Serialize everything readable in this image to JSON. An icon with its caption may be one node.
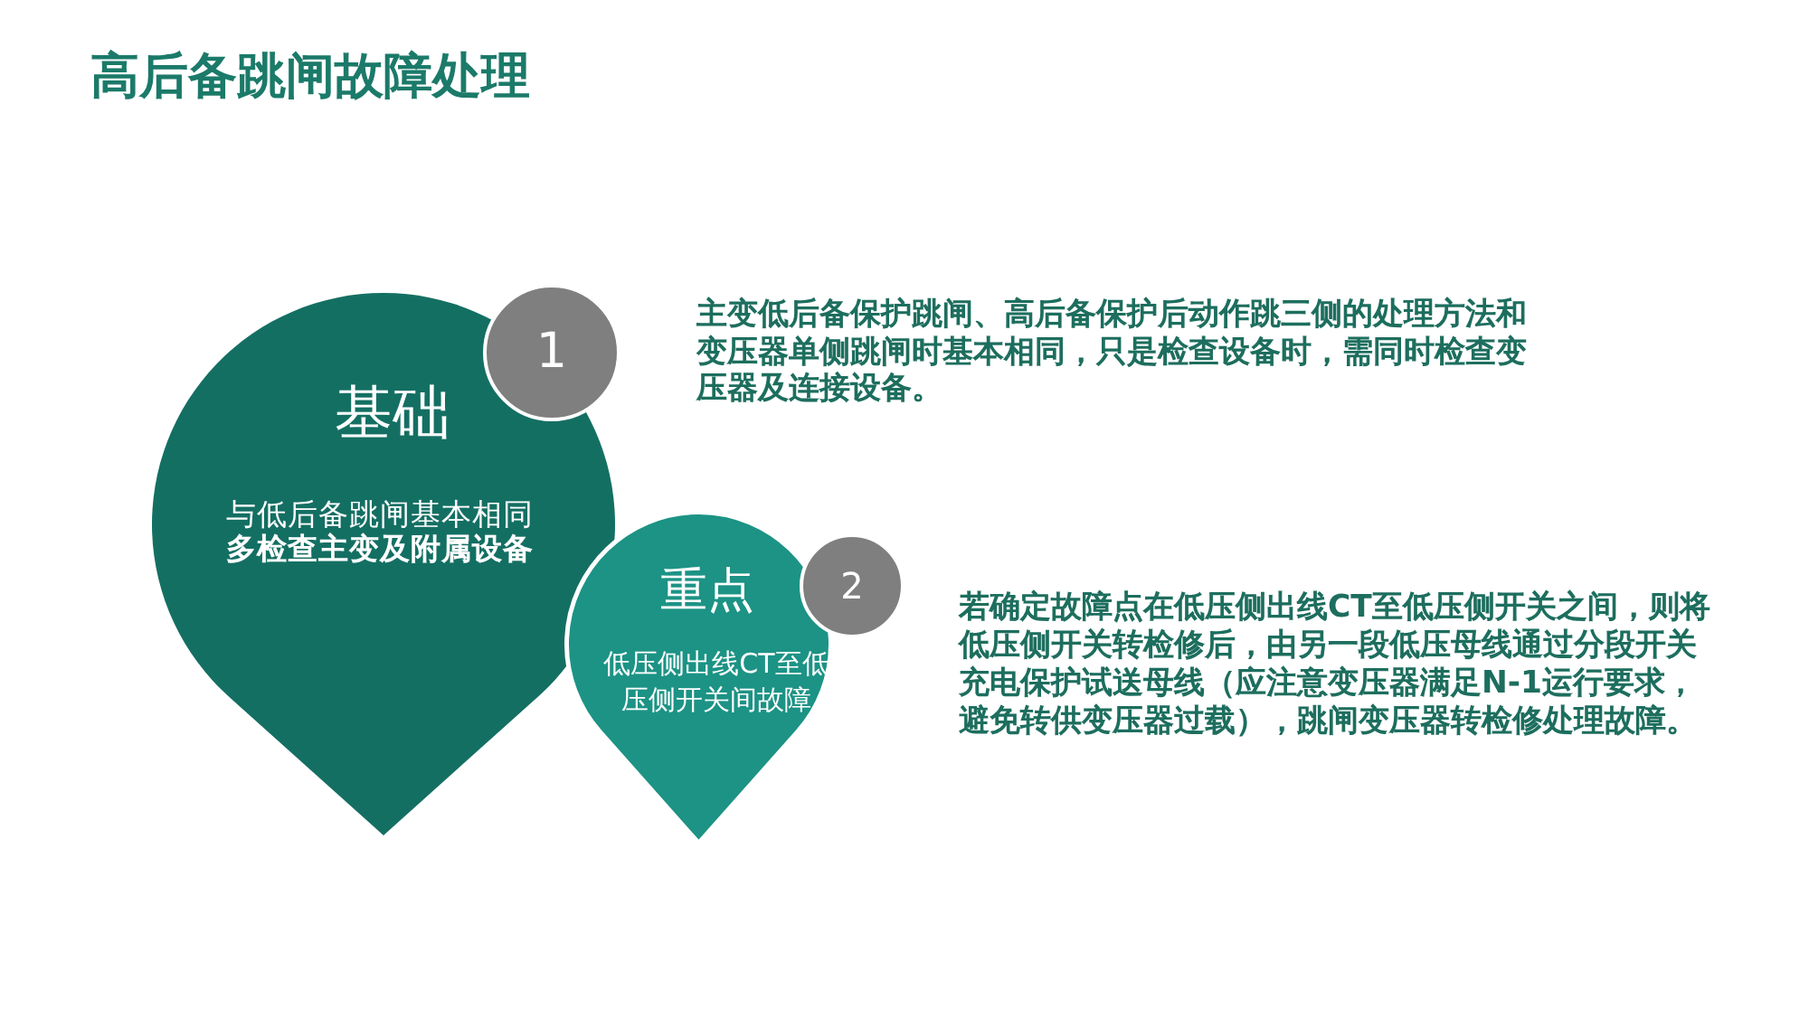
{
  "diagram": {
    "title": "高后备跳闸故障处理",
    "nodes": [
      {
        "text": [
          "基础",
          "与低后备跳闸基本相同**多检查主变及附属设备**"
        ]
      },
      {
        "text": [
          "1"
        ]
      },
      {
        "text": [
          "重点",
          "低压侧出线CT至低压侧开关间故障"
        ]
      },
      {
        "text": [
          "2"
        ]
      }
    ],
    "labels": [
      "主变低后备保护跳闸、高后备保护后动作跳三侧的处理方法和变压器单侧跳闸时基本相同，只是检查设备时，需同时检查变压器及连接设备。",
      "若确定故障点在低压侧出线CT至低压侧开关之间，则将低压侧开关转检修后，由另一段低压母线通过分段开关充电保护试送母线（应注意变压器满足N-1运行要求，避免转供变压器过载），跳闸变压器转检修处理故障。"
    ]
  }
}
